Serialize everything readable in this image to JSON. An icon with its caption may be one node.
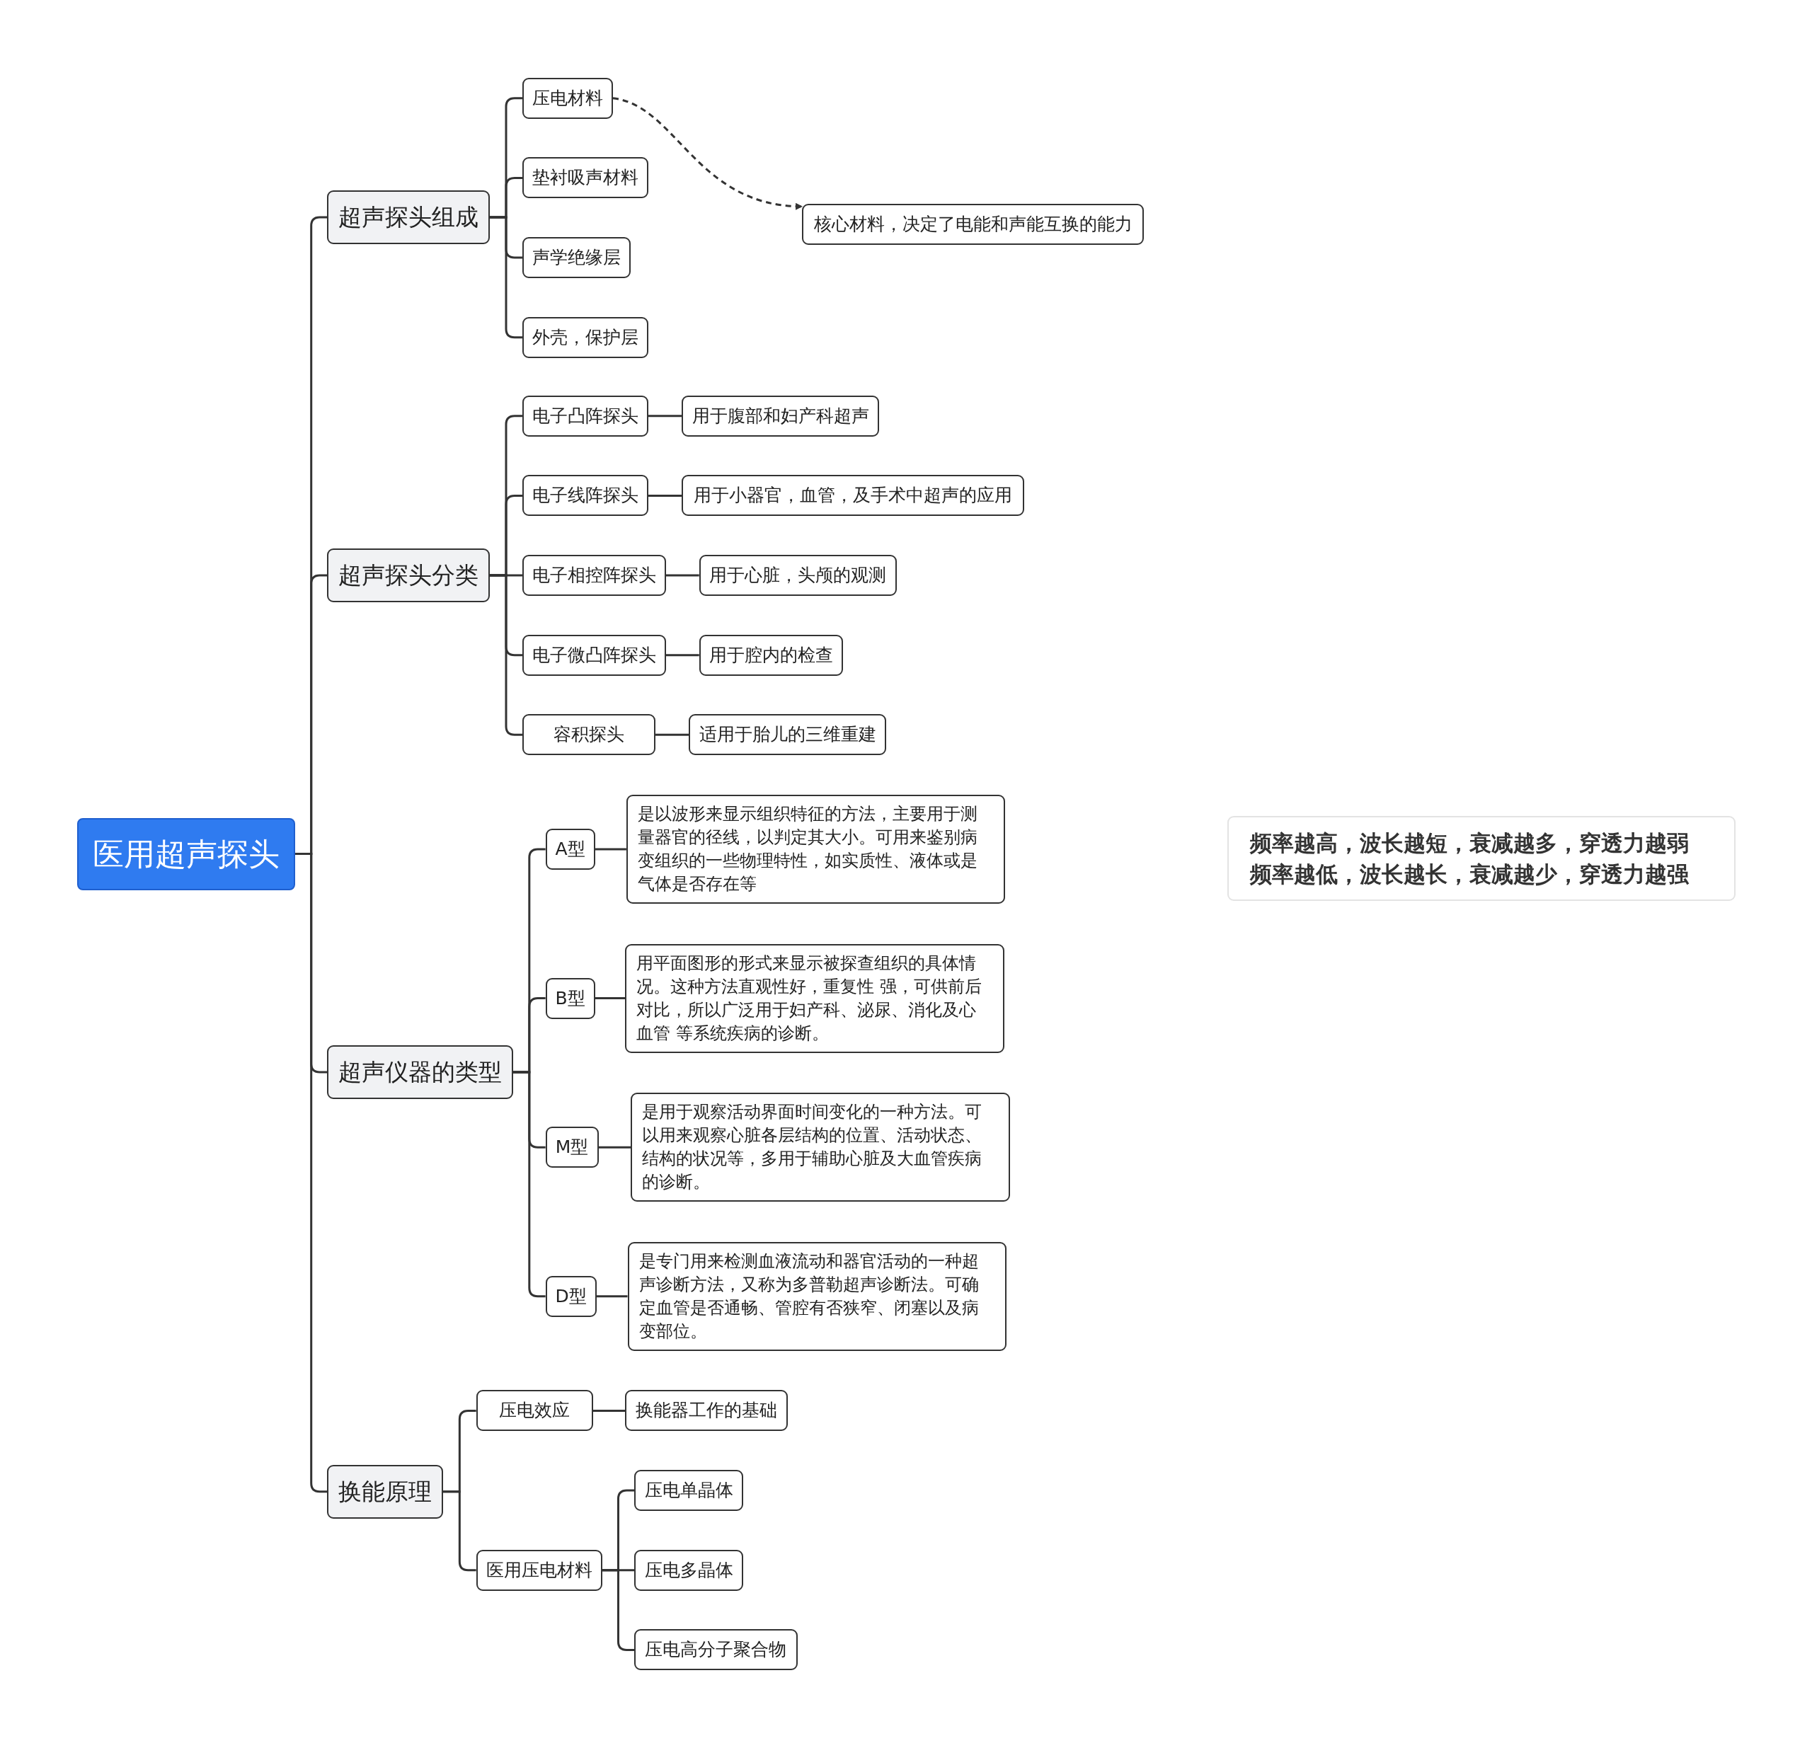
{
  "diagram": {
    "nodes": [
      {
        "text": [
          "医用超声探头"
        ]
      },
      {
        "text": [
          "超声探头组成"
        ]
      },
      {
        "text": [
          "压电材料"
        ]
      },
      {
        "text": [
          "垫衬吸声材料"
        ]
      },
      {
        "text": [
          "声学绝缘层"
        ]
      },
      {
        "text": [
          "外壳，保护层"
        ]
      },
      {
        "text": [
          "核心材料，决定了电能和声能互换的能力"
        ]
      },
      {
        "text": [
          "超声探头分类"
        ]
      },
      {
        "text": [
          "电子凸阵探头"
        ]
      },
      {
        "text": [
          "用于腹部和妇产科超声"
        ]
      },
      {
        "text": [
          "电子线阵探头"
        ]
      },
      {
        "text": [
          "用于小器官，血管，及手术中超声的应用"
        ]
      },
      {
        "text": [
          "电子相控阵探头"
        ]
      },
      {
        "text": [
          "用于心脏，头颅的观测"
        ]
      },
      {
        "text": [
          "电子微凸阵探头"
        ]
      },
      {
        "text": [
          "用于腔内的检查"
        ]
      },
      {
        "text": [
          "容积探头"
        ]
      },
      {
        "text": [
          "适用于胎儿的三维重建"
        ]
      },
      {
        "text": [
          "超声仪器的类型"
        ]
      },
      {
        "text": [
          "A型"
        ]
      },
      {
        "text": [
          "是以波形来显示组织特征的方法，主要用于测量器官的径线，以判定其大小。可用来鉴别病变组织的一些物理特性，如实质性、液体或是气体是否存在等"
        ]
      },
      {
        "text": [
          "B型"
        ]
      },
      {
        "text": [
          "用平面图形的形式来显示被探查组织的具体情况。这种方法直观性好，重复性 强，可供前后对比，所以广泛用于妇产科、泌尿、消化及心血管 等系统疾病的诊断。"
        ]
      },
      {
        "text": [
          "M型"
        ]
      },
      {
        "text": [
          "是用于观察活动界面时间变化的一种方法。可以用来观察心脏各层结构的位置、活动状态、结构的状况等，多用于辅助心脏及大血管疾病的诊断。"
        ]
      },
      {
        "text": [
          "D型"
        ]
      },
      {
        "text": [
          "是专门用来检测血液流动和器官活动的一种超声诊断方法，又称为多普勒超声诊断法。可确定血管是否通畅、管腔有否狭窄、闭塞以及病变部位。"
        ]
      },
      {
        "text": [
          "换能原理"
        ]
      },
      {
        "text": [
          "压电效应"
        ]
      },
      {
        "text": [
          "换能器工作的基础"
        ]
      },
      {
        "text": [
          "医用压电材料"
        ]
      },
      {
        "text": [
          "压电单晶体"
        ]
      },
      {
        "text": [
          "压电多晶体"
        ]
      },
      {
        "text": [
          "压电高分子聚合物"
        ]
      },
      {
        "text": [
          "频率越高，波长越短，衰减越多，穿透力越弱",
          "频率越低，波长越长，衰减越少，穿透力越强"
        ]
      }
    ],
    "edges": [
      {
        "from": 0,
        "to": 1,
        "arrow": "none"
      },
      {
        "from": 0,
        "to": 7,
        "arrow": "none"
      },
      {
        "from": 0,
        "to": 18,
        "arrow": "none"
      },
      {
        "from": 0,
        "to": 27,
        "arrow": "none"
      },
      {
        "from": 1,
        "to": 2,
        "arrow": "none"
      },
      {
        "from": 1,
        "to": 3,
        "arrow": "none"
      },
      {
        "from": 1,
        "to": 4,
        "arrow": "none"
      },
      {
        "from": 1,
        "to": 5,
        "arrow": "none"
      },
      {
        "from": 2,
        "to": 6,
        "arrow": "to",
        "style": "dashed"
      },
      {
        "from": 7,
        "to": 8,
        "arrow": "none"
      },
      {
        "from": 8,
        "to": 9,
        "arrow": "none"
      },
      {
        "from": 7,
        "to": 10,
        "arrow": "none"
      },
      {
        "from": 10,
        "to": 11,
        "arrow": "none"
      },
      {
        "from": 7,
        "to": 12,
        "arrow": "none"
      },
      {
        "from": 12,
        "to": 13,
        "arrow": "none"
      },
      {
        "from": 7,
        "to": 14,
        "arrow": "none"
      },
      {
        "from": 14,
        "to": 15,
        "arrow": "none"
      },
      {
        "from": 7,
        "to": 16,
        "arrow": "none"
      },
      {
        "from": 16,
        "to": 17,
        "arrow": "none"
      },
      {
        "from": 18,
        "to": 19,
        "arrow": "none"
      },
      {
        "from": 19,
        "to": 20,
        "arrow": "none"
      },
      {
        "from": 18,
        "to": 21,
        "arrow": "none"
      },
      {
        "from": 21,
        "to": 22,
        "arrow": "none"
      },
      {
        "from": 18,
        "to": 23,
        "arrow": "none"
      },
      {
        "from": 23,
        "to": 24,
        "arrow": "none"
      },
      {
        "from": 18,
        "to": 25,
        "arrow": "none"
      },
      {
        "from": 25,
        "to": 26,
        "arrow": "none"
      },
      {
        "from": 27,
        "to": 28,
        "arrow": "none"
      },
      {
        "from": 28,
        "to": 29,
        "arrow": "none"
      },
      {
        "from": 27,
        "to": 30,
        "arrow": "none"
      },
      {
        "from": 30,
        "to": 31,
        "arrow": "none"
      },
      {
        "from": 30,
        "to": 32,
        "arrow": "none"
      },
      {
        "from": 30,
        "to": 33,
        "arrow": "none"
      }
    ]
  }
}
